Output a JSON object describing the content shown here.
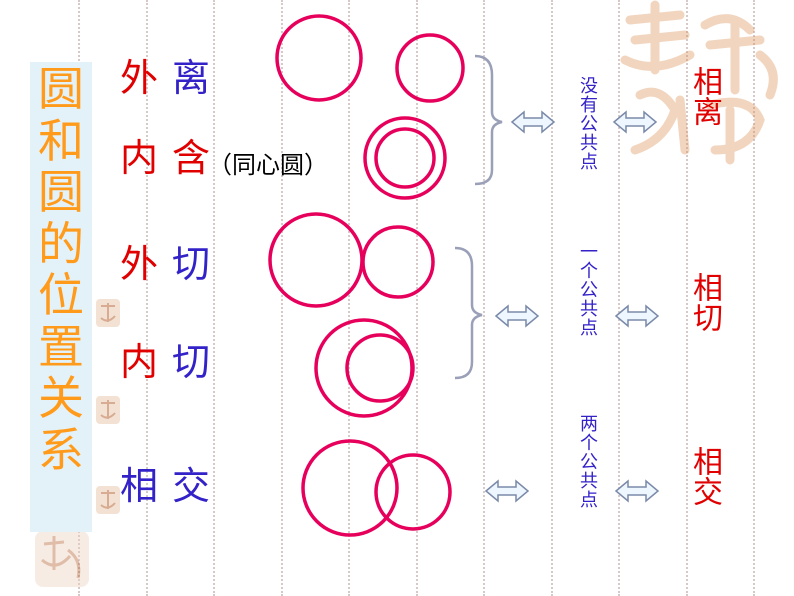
{
  "title": [
    "圆",
    "和",
    "圆",
    "的",
    "位",
    "置",
    "关",
    "系"
  ],
  "rows": [
    {
      "a": "外",
      "b": "离"
    },
    {
      "a": "内",
      "b": "含",
      "note": "（同心圆）"
    },
    {
      "a": "外",
      "b": "切"
    },
    {
      "a": "内",
      "b": "切"
    },
    {
      "a": "相",
      "b": "交"
    }
  ],
  "intersections": {
    "none": "没有公共点",
    "one": "一个公共点",
    "two": "两个公共点"
  },
  "relations": {
    "separate": "相离",
    "tangent": "相切",
    "intersect": "相交"
  },
  "decoration": {
    "stamp_text": "吉祥如意"
  },
  "colors": {
    "circle": "#e6005c",
    "title": "#ff9a1a",
    "red": "#e00000",
    "blue": "#3322c8"
  }
}
